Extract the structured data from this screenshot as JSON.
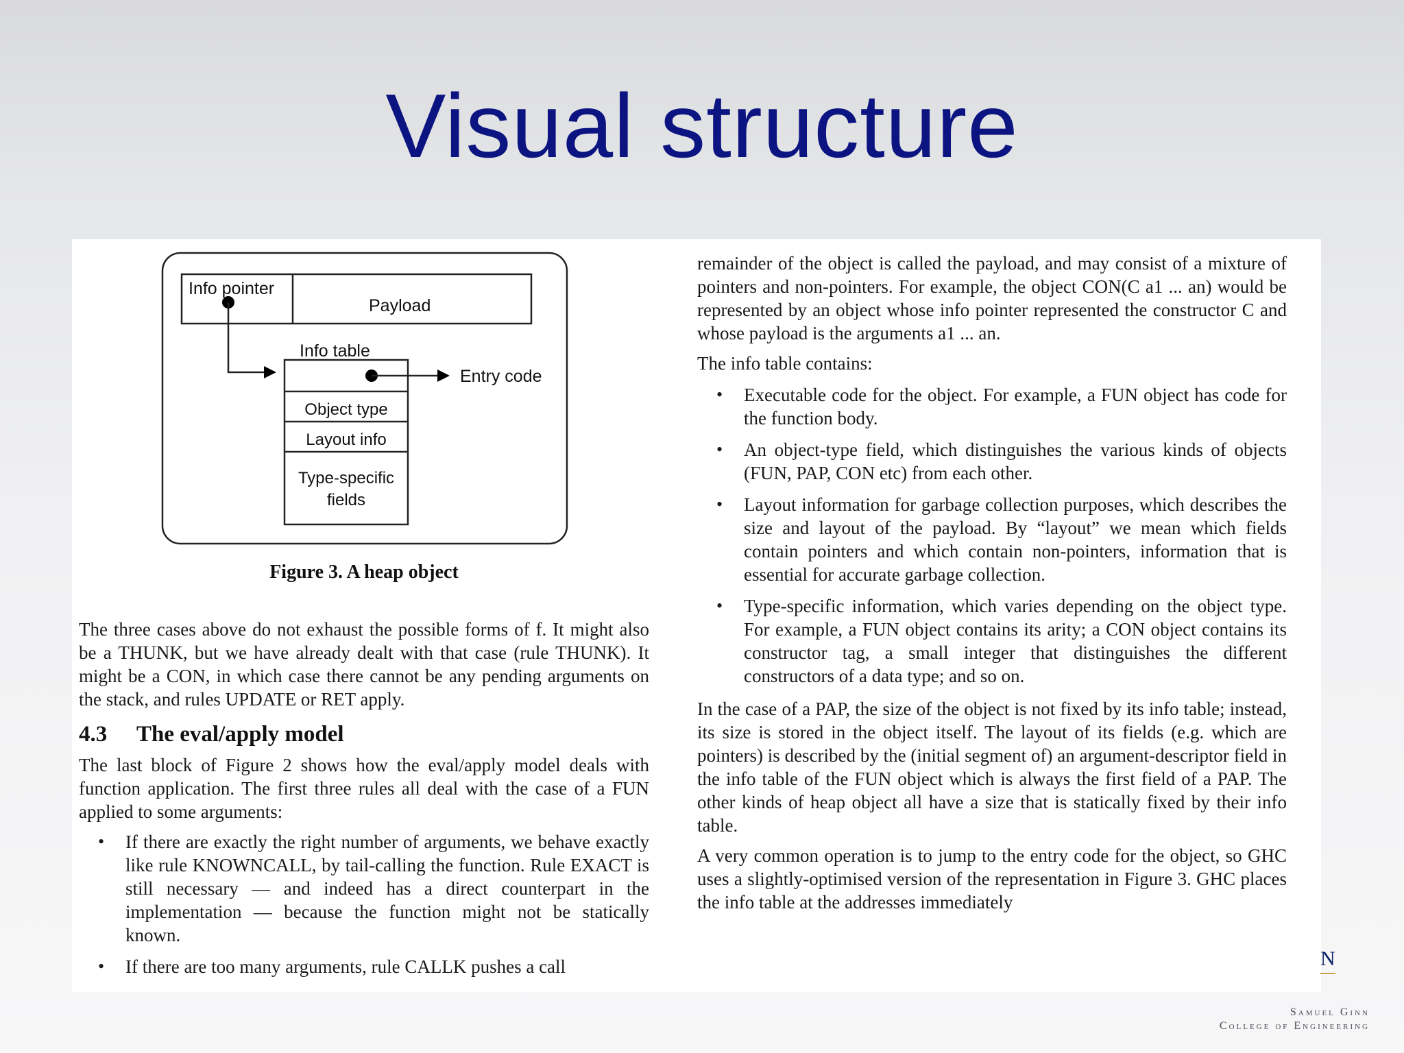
{
  "slide": {
    "title": "Visual structure"
  },
  "figure": {
    "labels": {
      "info_pointer": "Info pointer",
      "payload": "Payload",
      "info_table": "Info table",
      "entry_code": "Entry code",
      "object_type": "Object type",
      "layout_info": "Layout info",
      "type_specific_1": "Type-specific",
      "type_specific_2": "fields"
    },
    "caption": "Figure 3. A heap object"
  },
  "left": {
    "para1": "The three cases above do not exhaust the possible forms of f. It might also be a THUNK, but we have already dealt with that case (rule THUNK). It might be a CON, in which case there cannot be any pending arguments on the stack, and rules UPDATE or RET apply.",
    "heading_num": "4.3",
    "heading_text": "The eval/apply model",
    "para2": "The last block of Figure 2 shows how the eval/apply model deals with function application. The first three rules all deal with the case of a FUN applied to some arguments:",
    "bullet1": "If there are exactly the right number of arguments, we behave exactly like rule KNOWNCALL, by tail-calling the function. Rule EXACT is still necessary — and indeed has a direct counterpart in the implementation — because the function might not be statically known.",
    "bullet2": "If there are too many arguments, rule CALLK pushes a call"
  },
  "right": {
    "para1": "remainder of the object is called the payload, and may consist of a mixture of pointers and non-pointers. For example, the object CON(C a1 ... an) would be represented by an object whose info pointer represented the constructor C and whose payload is the arguments a1 ... an.",
    "para2": "The info table contains:",
    "bullet1": "Executable code for the object. For example, a FUN object has code for the function body.",
    "bullet2": "An object-type field, which distinguishes the various kinds of objects (FUN, PAP, CON etc) from each other.",
    "bullet3": "Layout information for garbage collection purposes, which describes the size and layout of the payload. By “layout” we mean which fields contain pointers and which contain non-pointers, information that is essential for accurate garbage collection.",
    "bullet4": "Type-specific information, which varies depending on the object type. For example, a FUN object contains its arity; a CON object contains its constructor tag, a small integer that distinguishes the different constructors of a data type; and so on.",
    "para3": "In the case of a PAP, the size of the object is not fixed by its info table; instead, its size is stored in the object itself. The layout of its fields (e.g. which are pointers) is described by the (initial segment of) an argument-descriptor field in the info table of the FUN object which is always the first field of a PAP. The other kinds of heap object all have a size that is statically fixed by their info table.",
    "para4": "A very common operation is to jump to the entry code for the object, so GHC uses a slightly-optimised version of the representation in Figure 3. GHC places the info table at the addresses immediately"
  },
  "logo": {
    "line1": "Samuel Ginn",
    "line2": "College of Engineering",
    "edge_letter": "N"
  }
}
